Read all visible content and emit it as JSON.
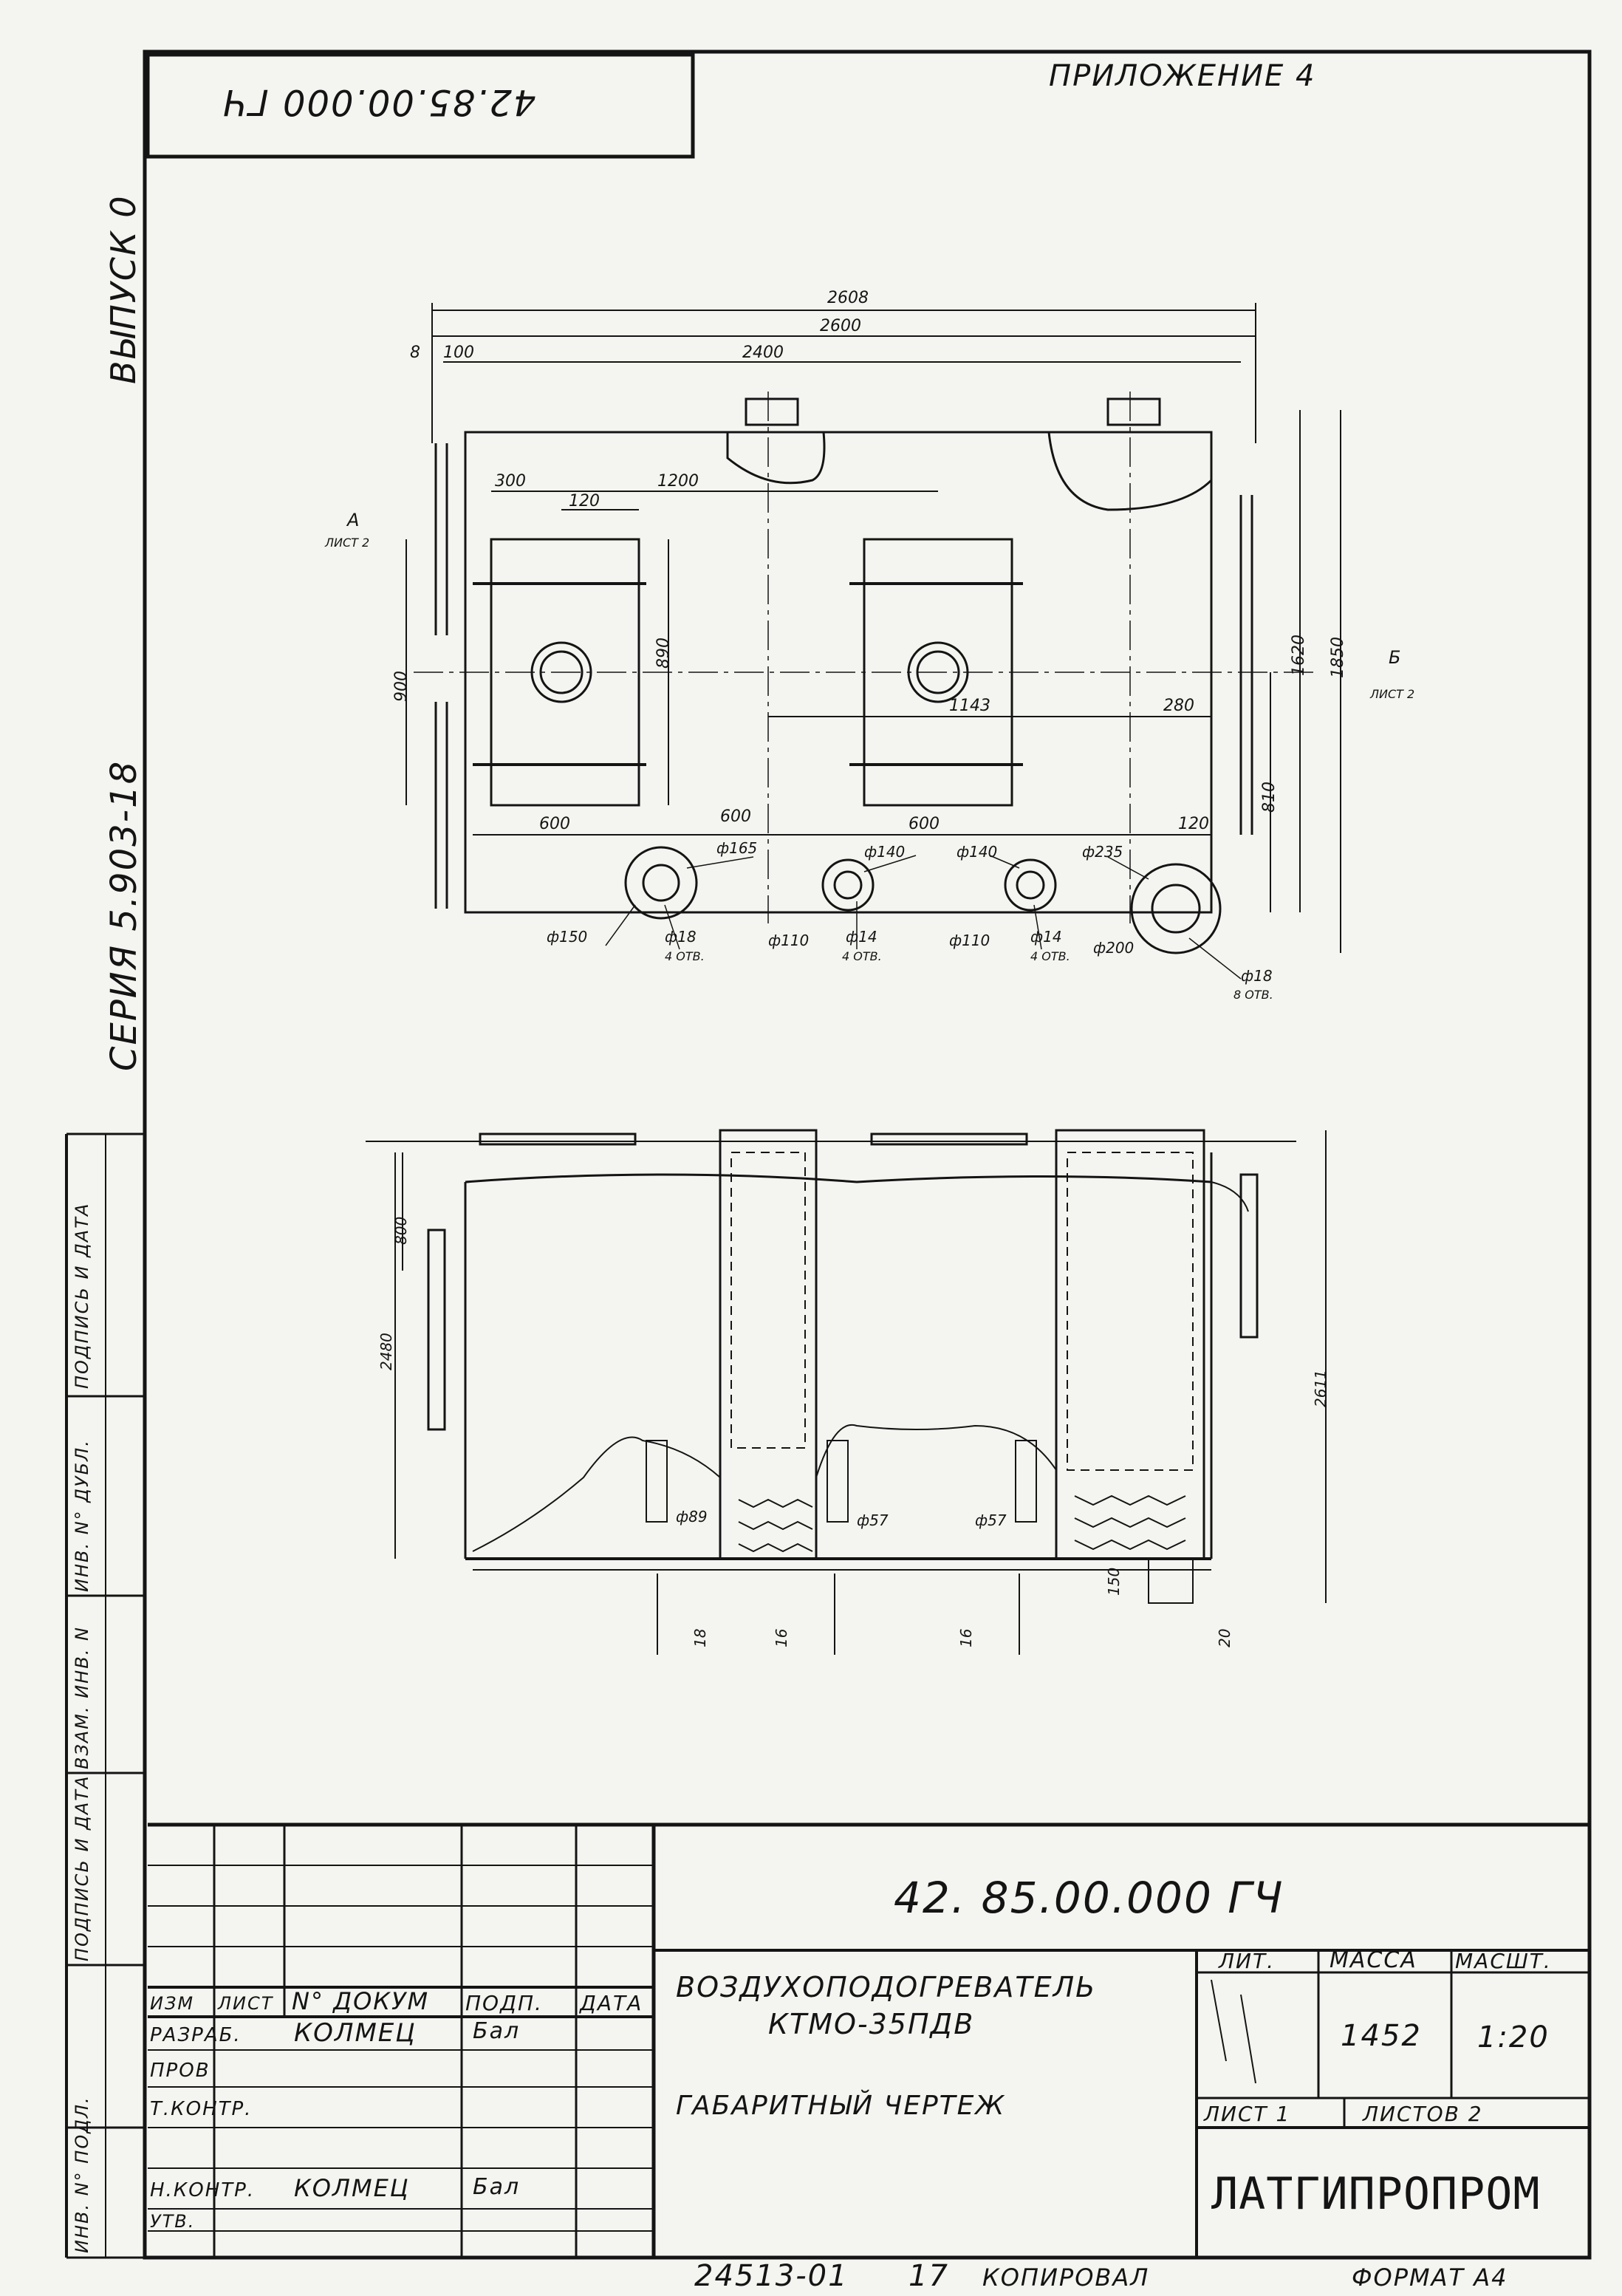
{
  "header": {
    "doc_code_rotated": "42.85.00.000 ГЧ",
    "appendix": "ПРИЛОЖЕНИЕ 4"
  },
  "margin": {
    "issue": "ВЫПУСК 0",
    "series": "СЕРИЯ 5.903-18",
    "cells": [
      "ПОДПИСЬ И ДАТА",
      "ИНВ. N° ДУБЛ.",
      "ВЗАМ. ИНВ. N",
      "ПОДПИСЬ И ДАТА",
      "ИНВ. N° ПОДЛ."
    ]
  },
  "plan": {
    "dims": [
      "2608",
      "2600",
      "2400",
      "8",
      "100",
      "300",
      "120",
      "1200",
      "900",
      "890",
      "1143",
      "280",
      "1620",
      "1850",
      "600",
      "600",
      "600",
      "120",
      "810"
    ],
    "view_a": "А",
    "view_a_sheet": "ЛИСТ 2",
    "view_b": "Б",
    "view_b_sheet": "ЛИСТ 2",
    "flanges": [
      "ф165",
      "ф150",
      "ф18",
      "4 ОТВ.",
      "ф140",
      "ф110",
      "ф14",
      "4 ОТВ.",
      "ф140",
      "ф110",
      "ф14",
      "4 ОТВ.",
      "ф235",
      "ф200",
      "ф18",
      "8 ОТВ."
    ]
  },
  "elevation": {
    "dims": [
      "800",
      "2480",
      "2611",
      "ф89",
      "ф57",
      "ф57",
      "18",
      "16",
      "16",
      "150",
      "20"
    ]
  },
  "title_block": {
    "doc_code": "42. 85.00.000 ГЧ",
    "product": "ВОЗДУХОПОДОГРЕВАТЕЛЬ",
    "model": "КТМО-35ПДВ",
    "drawing_type": "ГАБАРИТНЫЙ ЧЕРТЕЖ",
    "col_headers": [
      "ИЗМ",
      "ЛИСТ",
      "N° ДОКУМ",
      "ПОДП.",
      "ДАТА"
    ],
    "roles": [
      {
        "role": "РАЗРАБ.",
        "name": "КОЛМЕЦ",
        "sign": "Бал"
      },
      {
        "role": "ПРОВ",
        "name": "",
        "sign": ""
      },
      {
        "role": "Т.КОНТР.",
        "name": "",
        "sign": ""
      },
      {
        "role": "Н.КОНТР.",
        "name": "КОЛМЕЦ",
        "sign": "Бал"
      },
      {
        "role": "УТВ.",
        "name": "",
        "sign": ""
      }
    ],
    "lit_label": "ЛИТ.",
    "mass_label": "МАССА",
    "scale_label": "МАСШТ.",
    "mass": "1452",
    "scale": "1:20",
    "sheet_label": "ЛИСТ 1",
    "sheets_label": "ЛИСТОВ 2",
    "org": "ЛАТГИПРОПРОМ"
  },
  "footer": {
    "number": "24513-01",
    "sheet_no": "17",
    "copied": "КОПИРОВАЛ",
    "format": "ФОРМАТ А4"
  }
}
